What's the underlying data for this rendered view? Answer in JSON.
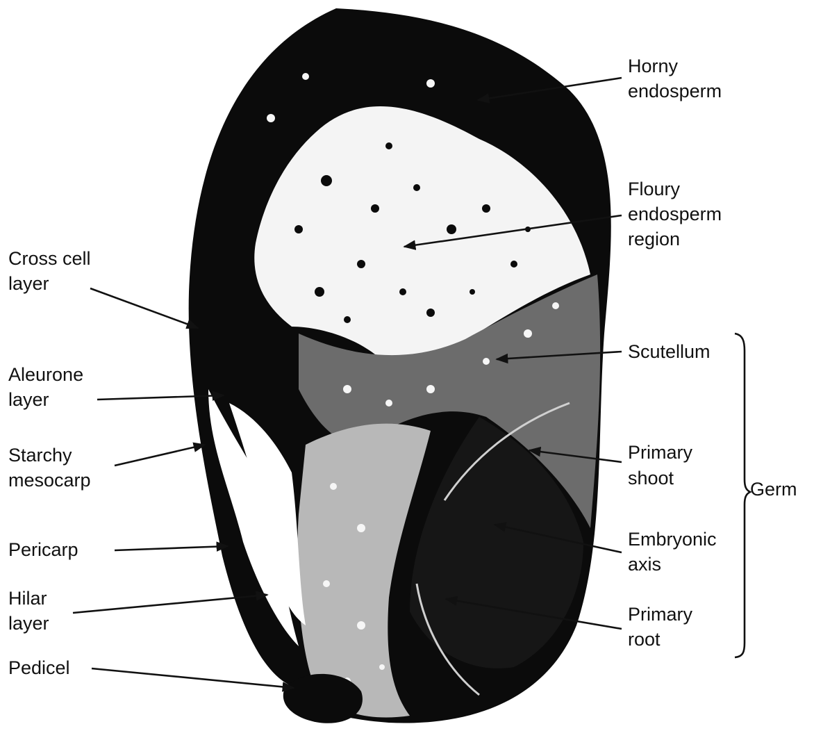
{
  "labels": {
    "horny": [
      "Horny",
      "endosperm"
    ],
    "floury": [
      "Floury",
      "endosperm",
      "region"
    ],
    "cross_cell": [
      "Cross cell",
      "layer"
    ],
    "aleurone": [
      "Aleurone",
      "layer"
    ],
    "starchy": [
      "Starchy",
      "mesocarp"
    ],
    "pericarp": [
      "Pericarp"
    ],
    "hilar": [
      "Hilar",
      "layer"
    ],
    "pedicel": [
      "Pedicel"
    ],
    "scutellum": [
      "Scutellum"
    ],
    "primary_shoot": [
      "Primary",
      "shoot"
    ],
    "embryonic_axis": [
      "Embryonic",
      "axis"
    ],
    "primary_root": [
      "Primary",
      "root"
    ],
    "germ": [
      "Germ"
    ]
  },
  "colors": {
    "ink": "#0b0b0b",
    "paper": "#ffffff"
  }
}
